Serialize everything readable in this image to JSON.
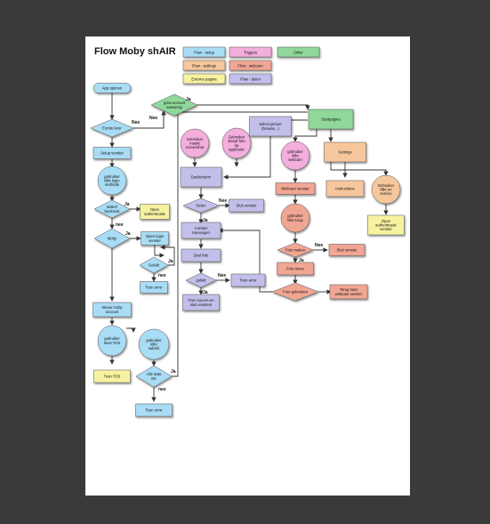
{
  "title": "Flow Moby shAIR",
  "colors": {
    "page_bg": "#3a3a3a",
    "sheet_bg": "#ffffff",
    "setup": "#a9dcf5",
    "settings": "#f6c79c",
    "triggers": "#f3aedd",
    "webcam": "#f1a694",
    "external": "#f6f2a0",
    "delen": "#c2c0ea",
    "other": "#8fd89a",
    "line": "#333333"
  },
  "legend": [
    {
      "id": "setup",
      "label": "Flow - setup",
      "color": "#a9dcf5"
    },
    {
      "id": "triggers",
      "label": "Triggers",
      "color": "#f3aedd"
    },
    {
      "id": "other",
      "label": "Other",
      "color": "#8fd89a"
    },
    {
      "id": "settings",
      "label": "Flow - settings",
      "color": "#f6c79c"
    },
    {
      "id": "webcam",
      "label": "Flow - webcam",
      "color": "#f1a694"
    },
    {
      "id": "external",
      "label": "Externe pagina",
      "color": "#f6f2a0"
    },
    {
      "id": "delen",
      "label": "Flow - delen",
      "color": "#c2c0ea"
    }
  ],
  "nodes": [
    {
      "id": "app_openen",
      "shape": "terminal",
      "lines": [
        "App openen"
      ],
      "color": "#a9dcf5"
    },
    {
      "id": "goto_account",
      "shape": "diamond",
      "lines": [
        "goto-account",
        "aanwezig"
      ],
      "color": "#8fd89a"
    },
    {
      "id": "eerste_keer",
      "shape": "diamond",
      "lines": [
        "Eerste keer"
      ],
      "color": "#a9dcf5"
    },
    {
      "id": "setup_venster",
      "shape": "rect",
      "lines": [
        "Setup venster"
      ],
      "color": "#a9dcf5"
    },
    {
      "id": "gebruiker_klikt_login",
      "shape": "circle",
      "lines": [
        "gebruiker",
        "klikt login",
        "methode"
      ],
      "color": "#a9dcf5"
    },
    {
      "id": "twitter_facebook",
      "shape": "diamond",
      "lines": [
        "twitter/",
        "facebook"
      ],
      "color": "#a9dcf5"
    },
    {
      "id": "open_authenticatie_1",
      "shape": "rect",
      "lines": [
        "Open",
        "authenticatie"
      ],
      "color": "#f6f2a0"
    },
    {
      "id": "moby",
      "shape": "diamond",
      "lines": [
        "Moby"
      ],
      "color": "#a9dcf5"
    },
    {
      "id": "open_login_venster",
      "shape": "rect",
      "lines": [
        "Open login",
        "venster"
      ],
      "color": "#a9dcf5"
    },
    {
      "id": "gelukt_1",
      "shape": "diamond",
      "lines": [
        "Gelukt"
      ],
      "color": "#a9dcf5"
    },
    {
      "id": "toon_error_1",
      "shape": "rect",
      "lines": [
        "Toon error"
      ],
      "color": "#a9dcf5"
    },
    {
      "id": "nieuw_moby_account",
      "shape": "rect",
      "lines": [
        "Nieuw moby",
        "account"
      ],
      "color": "#a9dcf5"
    },
    {
      "id": "gebruiker_leest_tos",
      "shape": "circle",
      "lines": [
        "gebruiker",
        "leest TOS"
      ],
      "color": "#a9dcf5"
    },
    {
      "id": "gebruiker_klikt_submit",
      "shape": "circle",
      "lines": [
        "gebruiker",
        "klikt",
        "submit"
      ],
      "color": "#a9dcf5"
    },
    {
      "id": "toon_tos",
      "shape": "rect",
      "lines": [
        "Toon TOS"
      ],
      "color": "#f6f2a0"
    },
    {
      "id": "alle_data_ok",
      "shape": "diamond",
      "lines": [
        "Alle data",
        "OK"
      ],
      "color": "#a9dcf5"
    },
    {
      "id": "toon_error_2",
      "shape": "rect",
      "lines": [
        "Toon error"
      ],
      "color": "#a9dcf5"
    },
    {
      "id": "gebruiker_maakt_screenshot",
      "shape": "circle",
      "lines": [
        "Gebruiker",
        "maakt",
        "screenshot"
      ],
      "color": "#f3aedd"
    },
    {
      "id": "gebruiker_sleept_foto",
      "shape": "circle",
      "lines": [
        "Gebruiker",
        "sleept foto",
        "op",
        "applicatie"
      ],
      "color": "#f3aedd"
    },
    {
      "id": "select_picture",
      "shape": "rect",
      "lines": [
        "Select picture",
        "(browse...)"
      ],
      "color": "#c2c0ea"
    },
    {
      "id": "startpagina",
      "shape": "rect",
      "lines": [
        "Startpagina"
      ],
      "color": "#8fd89a"
    },
    {
      "id": "deelscherm",
      "shape": "rect",
      "lines": [
        "Deelscherm"
      ],
      "color": "#c2c0ea"
    },
    {
      "id": "gebruiker_klikt_webcam",
      "shape": "circle",
      "lines": [
        "gebruiker",
        "klikt",
        "webcam"
      ],
      "color": "#f3aedd"
    },
    {
      "id": "settings",
      "shape": "rect",
      "lines": [
        "Settings"
      ],
      "color": "#f6c79c"
    },
    {
      "id": "webcam_venster",
      "shape": "rect",
      "lines": [
        "Webcam venster"
      ],
      "color": "#f1a694"
    },
    {
      "id": "instructions",
      "shape": "rect",
      "lines": [
        "Instructions"
      ],
      "color": "#f6c79c"
    },
    {
      "id": "gebruiker_klikt_service",
      "shape": "circle",
      "lines": [
        "Gebruiker",
        "klikt on",
        "service"
      ],
      "color": "#f6c79c"
    },
    {
      "id": "delen",
      "shape": "diamond",
      "lines": [
        "Delen"
      ],
      "color": "#c2c0ea"
    },
    {
      "id": "sluit_venster_1",
      "shape": "rect",
      "lines": [
        "Sluit venster"
      ],
      "color": "#c2c0ea"
    },
    {
      "id": "open_authenticatie_2",
      "shape": "rect",
      "lines": [
        "Open",
        "authenticatie",
        "venster"
      ],
      "color": "#f6f2a0"
    },
    {
      "id": "contact_toevoegen",
      "shape": "rect",
      "lines": [
        "Contact",
        "toevoegen"
      ],
      "color": "#c2c0ea"
    },
    {
      "id": "gebruiker_klikt_knop",
      "shape": "circle",
      "lines": [
        "gebruiker",
        "klikt knop"
      ],
      "color": "#f1a694"
    },
    {
      "id": "deel_foto",
      "shape": "rect",
      "lines": [
        "Deel foto"
      ],
      "color": "#c2c0ea"
    },
    {
      "id": "foto_maken",
      "shape": "diamond",
      "lines": [
        "Foto maken"
      ],
      "color": "#f1a694"
    },
    {
      "id": "sluit_venster_2",
      "shape": "rect",
      "lines": [
        "Sluit venster"
      ],
      "color": "#f1a694"
    },
    {
      "id": "gelukt_2",
      "shape": "diamond",
      "lines": [
        "gelukt"
      ],
      "color": "#c2c0ea"
    },
    {
      "id": "toon_error_3",
      "shape": "rect",
      "lines": [
        "Toon error"
      ],
      "color": "#c2c0ea"
    },
    {
      "id": "foto_tonen",
      "shape": "rect",
      "lines": [
        "Foto tonen"
      ],
      "color": "#f1a694"
    },
    {
      "id": "toon_succes",
      "shape": "rect",
      "lines": [
        "Toon succes en",
        "sluit vensters"
      ],
      "color": "#c2c0ea"
    },
    {
      "id": "foto_gebruiken",
      "shape": "diamond",
      "lines": [
        "Foto gebruiken"
      ],
      "color": "#f1a694"
    },
    {
      "id": "terug_webcam",
      "shape": "rect",
      "lines": [
        "Terug naar",
        "webcam venster"
      ],
      "color": "#f1a694"
    }
  ],
  "edge_labels": [
    {
      "id": "e1",
      "text": "Nee"
    },
    {
      "id": "e2",
      "text": "Nee"
    },
    {
      "id": "e3",
      "text": "Ja"
    },
    {
      "id": "e4",
      "text": "Ja"
    },
    {
      "id": "e5",
      "text": "nee"
    },
    {
      "id": "e6",
      "text": "Ja"
    },
    {
      "id": "e7",
      "text": "nee"
    },
    {
      "id": "e8",
      "text": "Ja"
    },
    {
      "id": "e9",
      "text": "nee"
    },
    {
      "id": "e10",
      "text": "Nee"
    },
    {
      "id": "e11",
      "text": "Ja"
    },
    {
      "id": "e12",
      "text": "Nee"
    },
    {
      "id": "e13",
      "text": "Ja"
    },
    {
      "id": "e14",
      "text": "Nee"
    },
    {
      "id": "e15",
      "text": "Ja"
    },
    {
      "id": "e16",
      "text": "Ja"
    }
  ]
}
